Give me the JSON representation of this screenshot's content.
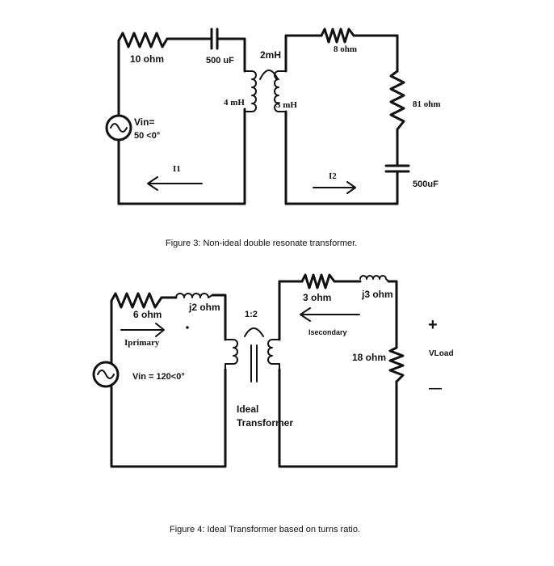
{
  "fig3": {
    "r1": "10 ohm",
    "c1": "500 uF",
    "mutual": "2mH",
    "lp": "4 mH",
    "ls": "3 mH",
    "r2": "8 ohm",
    "r3": "81 ohm",
    "c2": "500uF",
    "vin_line1": "Vin=",
    "vin_line2": "50 <0°",
    "i1": "I1",
    "i2": "I2",
    "caption": "Figure 3: Non-ideal double resonate transformer."
  },
  "fig4": {
    "r1": "6 ohm",
    "l1": "j2 ohm",
    "ratio": "1:2",
    "r2": "3 ohm",
    "l2": "j3 ohm",
    "i_secondary": "Isecondary",
    "i_primary": "Iprimary",
    "r_load": "18 ohm",
    "plus": "+",
    "vload": "VLoad",
    "minus": "—",
    "vin": "Vin = 120<0°",
    "ideal_line1": "Ideal",
    "ideal_line2": "Transformer",
    "caption": "Figure 4: Ideal Transformer based on turns ratio."
  }
}
